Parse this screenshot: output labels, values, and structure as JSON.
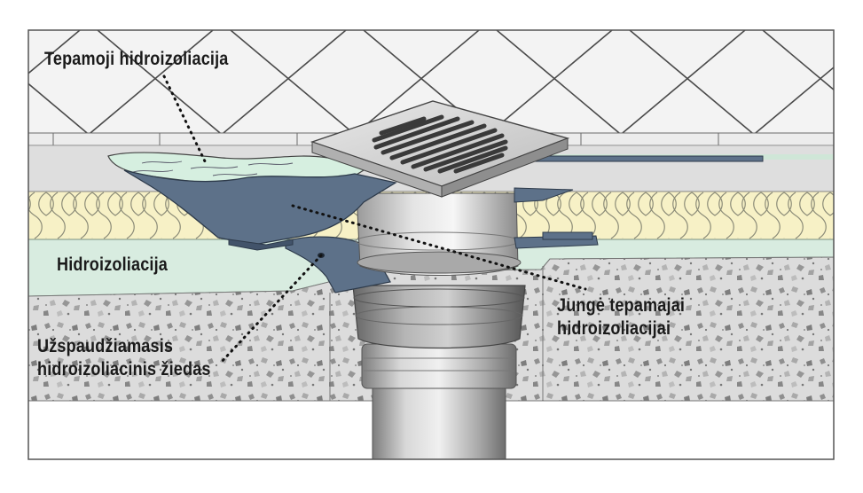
{
  "labels": {
    "surface_waterproofing": "Tepamoji hidroizoliacija",
    "waterproofing": "Hidroizoliacija",
    "clamping_ring_line1": "Užspaudžiamasis",
    "clamping_ring_line2": "hidroizoliacinis žiedas",
    "connects_line1": "Jungė tepamajai",
    "connects_line2": "hidroizoliacijai"
  },
  "colors": {
    "tile": "#f2f2f2",
    "grout": "#555555",
    "membrane": "#5d7189",
    "waterproof_layer": "#d8ece0",
    "insulation": "#f7f1c6",
    "concrete": "#d9d9d9",
    "steel_grate": "#d4d4d4"
  }
}
